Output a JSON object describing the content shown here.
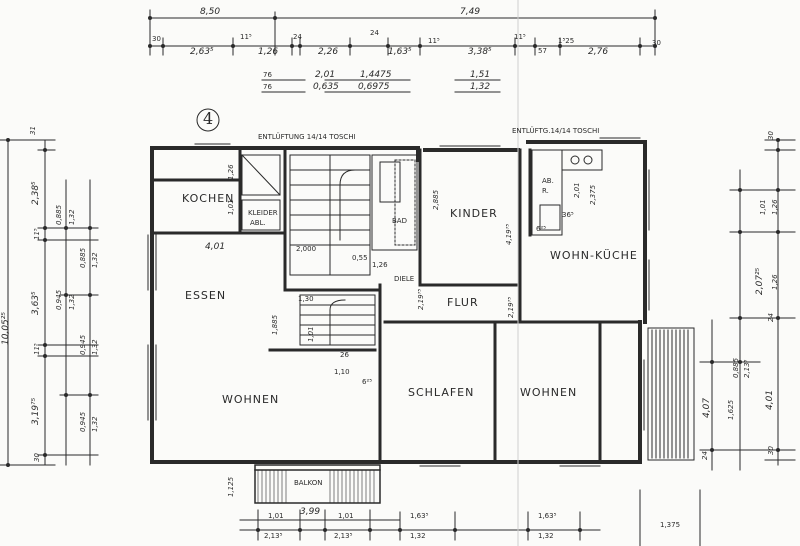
{
  "rooms": {
    "kochen": "KOCHEN",
    "kleider_1": "KLEIDER",
    "kleider_2": "ABL.",
    "kinder": "KINDER",
    "wohnkueche": "WOHN-KÜCHE",
    "essen": "ESSEN",
    "flur": "FLUR",
    "diele": "DIELE",
    "wohnen_left": "WOHNEN",
    "schlafen": "SCHLAFEN",
    "wohnen_right": "WOHNEN",
    "balkon": "BALKON",
    "bad": "BAD",
    "ab_1": "AB.",
    "ab_2": "R."
  },
  "labels": {
    "sheet_number": "4",
    "vent_left": "ENTLÜFTUNG 14/14 TOSCHI",
    "vent_right": "ENTLÜFTG.14/14 TOSCHI"
  },
  "dims_top": {
    "row1": [
      "8,50",
      "7,49"
    ],
    "row2": [
      "30",
      "2,63⁵",
      "11⁵",
      "1,26",
      "24",
      "2,26",
      "24",
      "1,63⁵",
      "11⁵",
      "3,38⁵",
      "11⁵",
      "57",
      "1⁵25",
      "2,76",
      "30"
    ],
    "row3_top": [
      "76",
      "2,01",
      "1,4475",
      "1,51"
    ],
    "row3_bottom": [
      "76",
      "0,635",
      "0,6975",
      "1,32"
    ]
  },
  "dims_bottom": {
    "top": [
      "1,01",
      "3,99",
      "1,01",
      "1,63⁵",
      "1,63⁵",
      "1,375"
    ],
    "bottom": [
      "2,13⁵",
      "2,13⁵",
      "1,32",
      "1,32"
    ]
  },
  "dims_left": {
    "overall": "10,05²⁵",
    "chain": [
      "31",
      "2,38⁵",
      "11⁵",
      "3,63⁵",
      "11⁵",
      "3,19⁷⁵",
      "30"
    ],
    "secondary": [
      "0,885",
      "1,32",
      "0,885",
      "1,32",
      "0,945",
      "1,32",
      "0,945",
      "1,32",
      "0,945",
      "1,32"
    ]
  },
  "dims_right": {
    "chain": [
      "30",
      "1,01",
      "1,26",
      "2,07²⁵",
      "1,26",
      "24",
      "4,01",
      "30"
    ],
    "secondary": [
      "4,07",
      "1,625",
      "0,885",
      "2,13⁵",
      "24"
    ]
  },
  "dims_interior": {
    "kochen_height": "1,01",
    "kochen_width": "1,26",
    "kochen_row": "4,01",
    "stair_width": "2,000",
    "stair_a": "0,55",
    "stair_b": "1,26",
    "essen_a": "1,30",
    "essen_b": "1,885",
    "essen_c": "1,01",
    "essen_d": "1,10",
    "essen_e": "6²⁵",
    "essen_f": "26",
    "kinder_h": "2,885",
    "kinder_w": "4,19⁷⁵",
    "flur_a": "2,19⁷⁵",
    "flur_b": "2,19⁷⁵",
    "kueche_a": "2,01",
    "kueche_b": "2,375",
    "kueche_c": "36⁵",
    "kueche_d": "6²⁵",
    "balkon_side": "1,125"
  }
}
